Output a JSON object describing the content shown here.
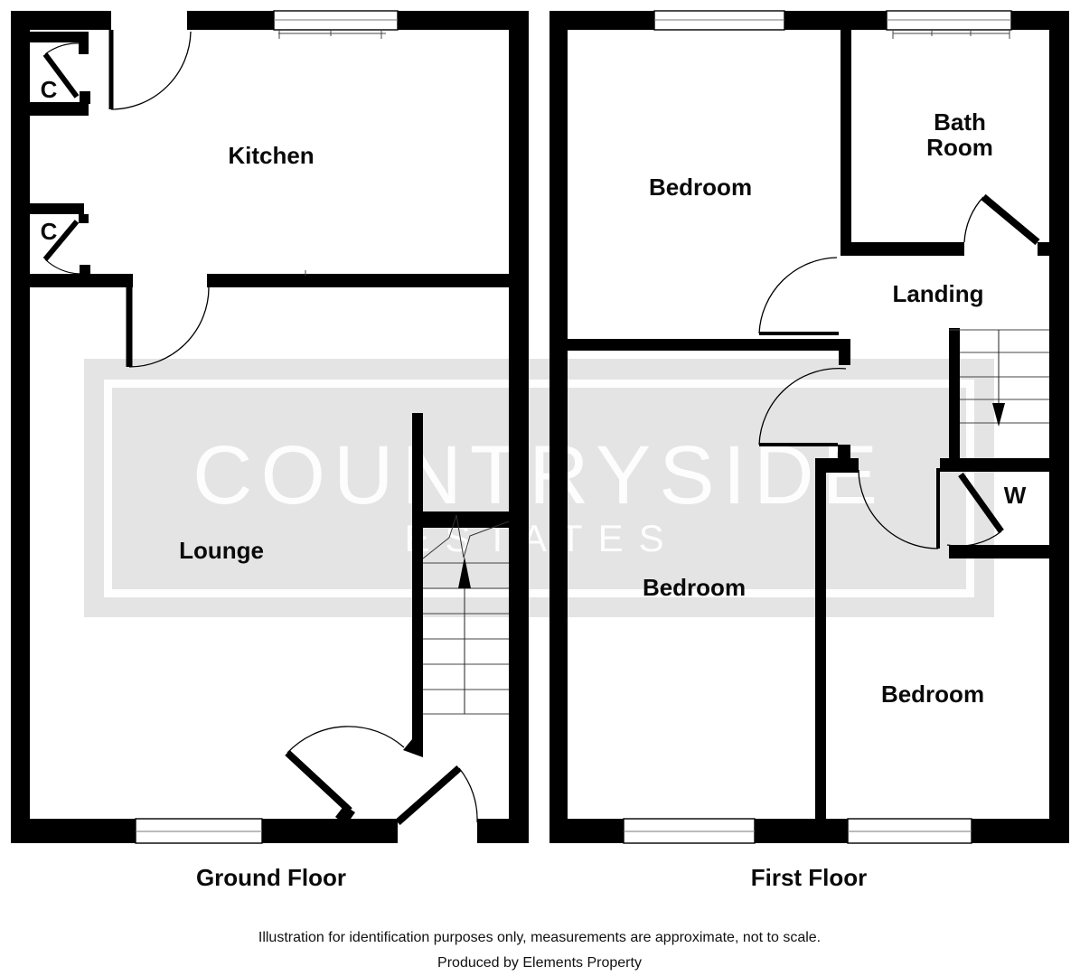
{
  "watermark": {
    "line1": "COUNTRYSIDE",
    "line2": "ESTATES"
  },
  "ground_floor": {
    "title": "Ground Floor",
    "rooms": {
      "kitchen": "Kitchen",
      "lounge": "Lounge",
      "closet_top": "C",
      "closet_mid": "C"
    }
  },
  "first_floor": {
    "title": "First Floor",
    "rooms": {
      "bedroom_front": "Bedroom",
      "bathroom": "Bath\nRoom",
      "landing": "Landing",
      "bedroom_middle": "Bedroom",
      "bedroom_back": "Bedroom",
      "wardrobe": "W"
    }
  },
  "footer": {
    "line1": "Illustration for identification purposes only, measurements are approximate, not to scale.",
    "line2": "Produced by Elements Property"
  },
  "colors": {
    "wall": "#000000",
    "watermark_bg": "#e4e4e4",
    "watermark_text": "#ffffff"
  }
}
